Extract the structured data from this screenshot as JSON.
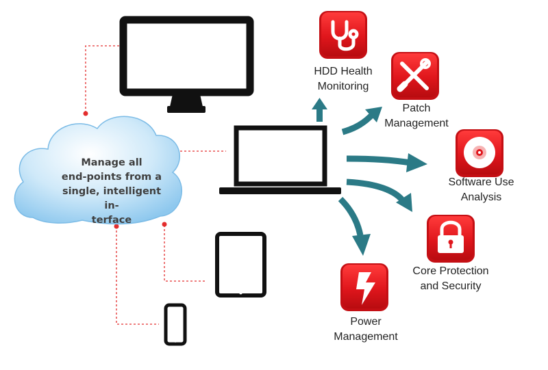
{
  "cloud": {
    "lines": [
      "Manage all",
      "end-points from a",
      "single, intelligent in-",
      "terface"
    ]
  },
  "features": [
    {
      "id": "hdd",
      "icon": "stethoscope-icon",
      "lines": [
        "HDD Health",
        "Monitoring"
      ]
    },
    {
      "id": "patch",
      "icon": "wrench-screwdriver-icon",
      "lines": [
        "Patch",
        "Management"
      ]
    },
    {
      "id": "software",
      "icon": "disc-icon",
      "lines": [
        "Software Use",
        "Analysis"
      ]
    },
    {
      "id": "core",
      "icon": "padlock-icon",
      "lines": [
        "Core Protection",
        "and Security"
      ]
    },
    {
      "id": "power",
      "icon": "lightning-icon",
      "lines": [
        "Power",
        "Management"
      ]
    }
  ],
  "devices": [
    "monitor-icon",
    "laptop-icon",
    "tablet-icon",
    "smartphone-icon"
  ],
  "colors": {
    "accent_red": "#e0161c",
    "arrow_teal": "#2b7a86",
    "cloud_blue": "#a9d6f2",
    "connector_red": "#e32d2d",
    "device_black": "#111111"
  }
}
